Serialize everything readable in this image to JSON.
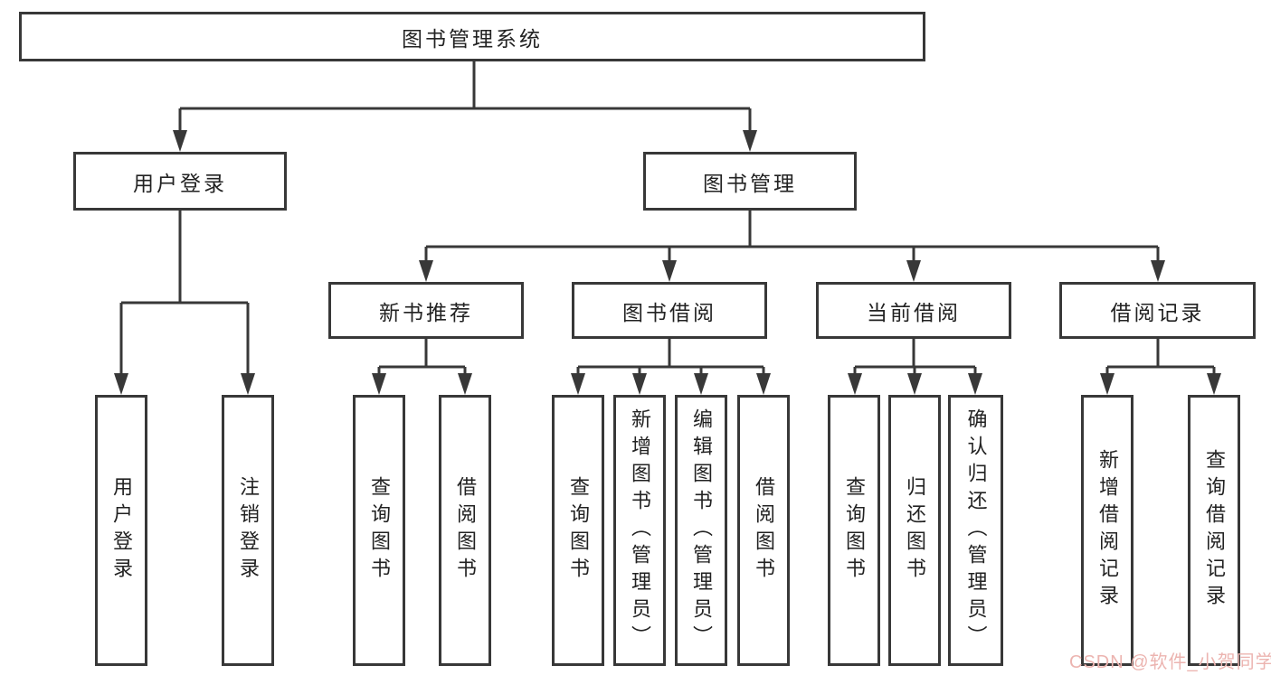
{
  "diagram": {
    "type": "hierarchy-tree",
    "nodes": {
      "root": "图书管理系统",
      "user_login": "用户登录",
      "book_mgmt": "图书管理",
      "new_book_rec": "新书推荐",
      "book_borrow": "图书借阅",
      "current_borrow": "当前借阅",
      "borrow_record": "借阅记录",
      "leaf_user_login": "用户登录",
      "leaf_logout": "注销登录",
      "nb_query_book": "查询图书",
      "nb_borrow_book": "借阅图书",
      "bb_query_book": "查询图书",
      "bb_add_book": "新增图书（管理员）",
      "bb_edit_book": "编辑图书（管理员）",
      "bb_borrow_book": "借阅图书",
      "cb_query_book": "查询图书",
      "cb_return_book": "归还图书",
      "cb_confirm_return": "确认归还（管理员）",
      "br_add_record": "新增借阅记录",
      "br_query_record": "查询借阅记录"
    },
    "tree": {
      "图书管理系统": {
        "用户登录": [
          "用户登录",
          "注销登录"
        ],
        "图书管理": {
          "新书推荐": [
            "查询图书",
            "借阅图书"
          ],
          "图书借阅": [
            "查询图书",
            "新增图书（管理员）",
            "编辑图书（管理员）",
            "借阅图书"
          ],
          "当前借阅": [
            "查询图书",
            "归还图书",
            "确认归还（管理员）"
          ],
          "借阅记录": [
            "新增借阅记录",
            "查询借阅记录"
          ]
        }
      }
    },
    "colors": {
      "line": "#383838",
      "box_border": "#383838",
      "box_fill": "#ffffff",
      "text": "#222222"
    }
  },
  "watermark": {
    "text": "CSDN @软件_小贺同学",
    "color": "#ecb4b0"
  }
}
